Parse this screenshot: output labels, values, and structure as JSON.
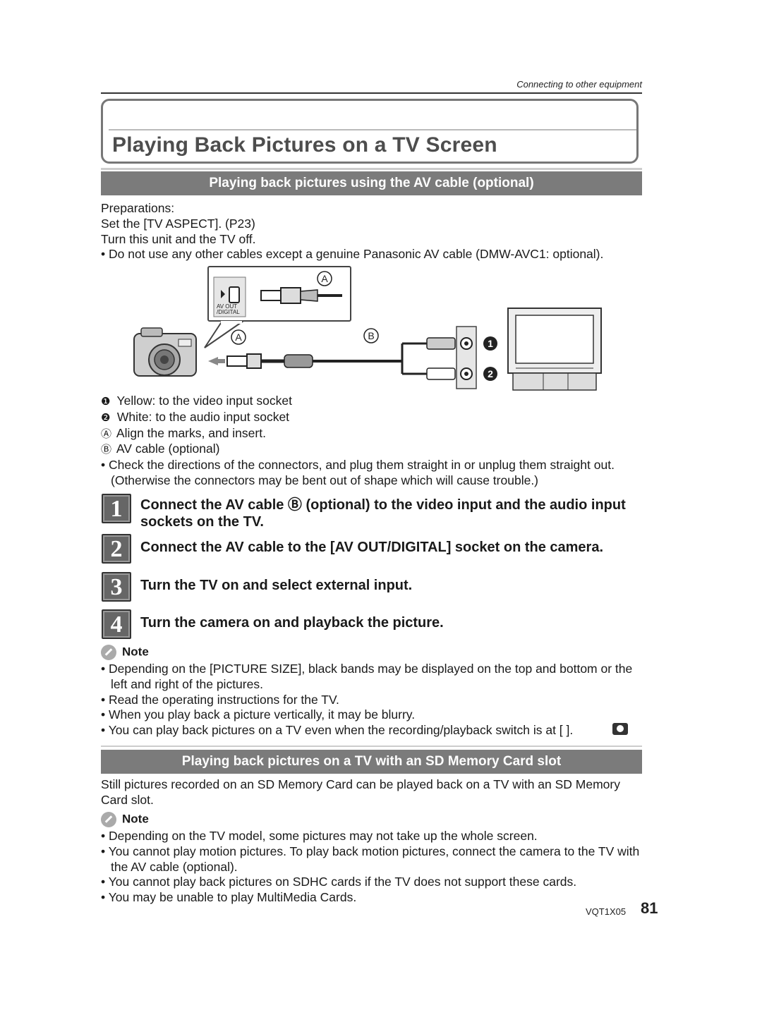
{
  "header": {
    "label": "Connecting to other equipment"
  },
  "title": "Playing Back Pictures on a TV Screen",
  "section1": {
    "heading": "Playing back pictures using the AV cable (optional)",
    "prep_lines": [
      "Preparations:",
      "Set the [TV ASPECT]. (P23)",
      "Turn this unit and the TV off."
    ],
    "prep_bullet": "Do not use any other cables except a genuine Panasonic AV cable (DMW-AVC1: optional).",
    "diagram": {
      "label_a": "A",
      "label_b": "B",
      "label_1": "1",
      "label_2": "2",
      "socket_label_1": "AV OUT",
      "socket_label_2": "/DIGITAL"
    },
    "legend": [
      {
        "mark": "❶",
        "text": "Yellow: to the video input socket"
      },
      {
        "mark": "❷",
        "text": "White: to the audio input socket"
      },
      {
        "mark": "Ⓐ",
        "text": "Align the marks, and insert."
      },
      {
        "mark": "Ⓑ",
        "text": "AV cable (optional)"
      }
    ],
    "check_bullet": "Check the directions of the connectors, and plug them straight in or unplug them straight out. (Otherwise the connectors may be bent out of shape which will cause trouble.)",
    "steps": [
      {
        "num": "1",
        "text": "Connect the AV cable Ⓑ (optional) to the video input and the audio input sockets on the TV."
      },
      {
        "num": "2",
        "text": "Connect the AV cable to the [AV OUT/DIGITAL] socket on the camera."
      },
      {
        "num": "3",
        "text": "Turn the TV on and select external input."
      },
      {
        "num": "4",
        "text": "Turn the camera on and playback the picture."
      }
    ],
    "note_title": "Note",
    "notes": [
      "Depending on the [PICTURE SIZE], black bands may be displayed on the top and bottom or the left and right of the pictures.",
      "Read the operating instructions for the TV.",
      "When you play back a picture vertically, it may be blurry.",
      "You can play back pictures on a TV even when the recording/playback switch is at [ ]."
    ]
  },
  "section2": {
    "heading": "Playing back pictures on a TV with an SD Memory Card slot",
    "intro": "Still pictures recorded on an SD Memory Card can be played back on a TV with an SD Memory Card slot.",
    "note_title": "Note",
    "notes": [
      "Depending on the TV model, some pictures may not take up the whole screen.",
      "You cannot play motion pictures. To play back motion pictures, connect the camera to the TV with the AV cable (optional).",
      "You cannot play back pictures on SDHC cards if the TV does not support these cards.",
      "You may be unable to play MultiMedia Cards."
    ]
  },
  "footer": {
    "code": "VQT1X05",
    "page": "81"
  }
}
